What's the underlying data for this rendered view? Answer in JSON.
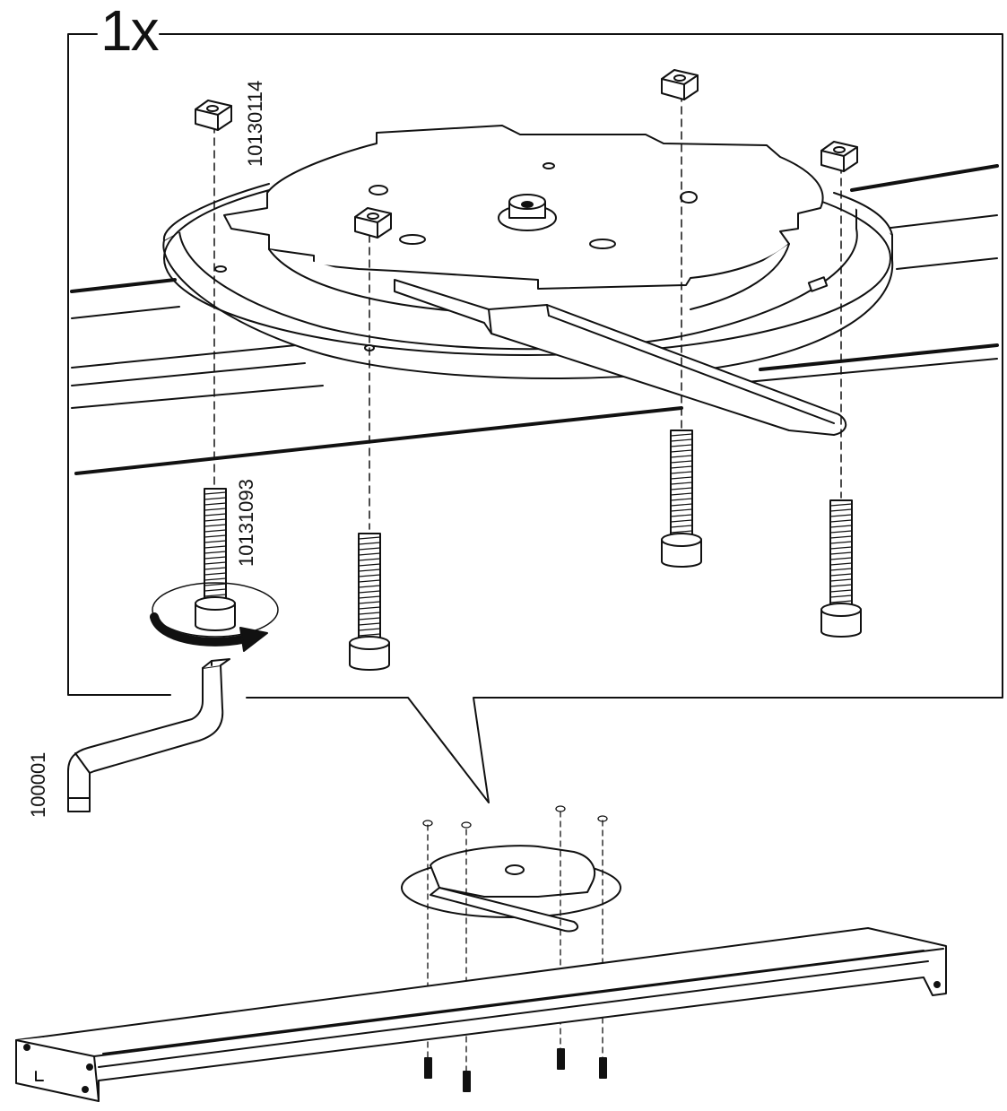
{
  "callout": {
    "quantity": "1x"
  },
  "parts": [
    {
      "id": "nut",
      "number": "10130114"
    },
    {
      "id": "screw",
      "number": "10131093"
    },
    {
      "id": "allen-key",
      "number": "100001"
    }
  ]
}
